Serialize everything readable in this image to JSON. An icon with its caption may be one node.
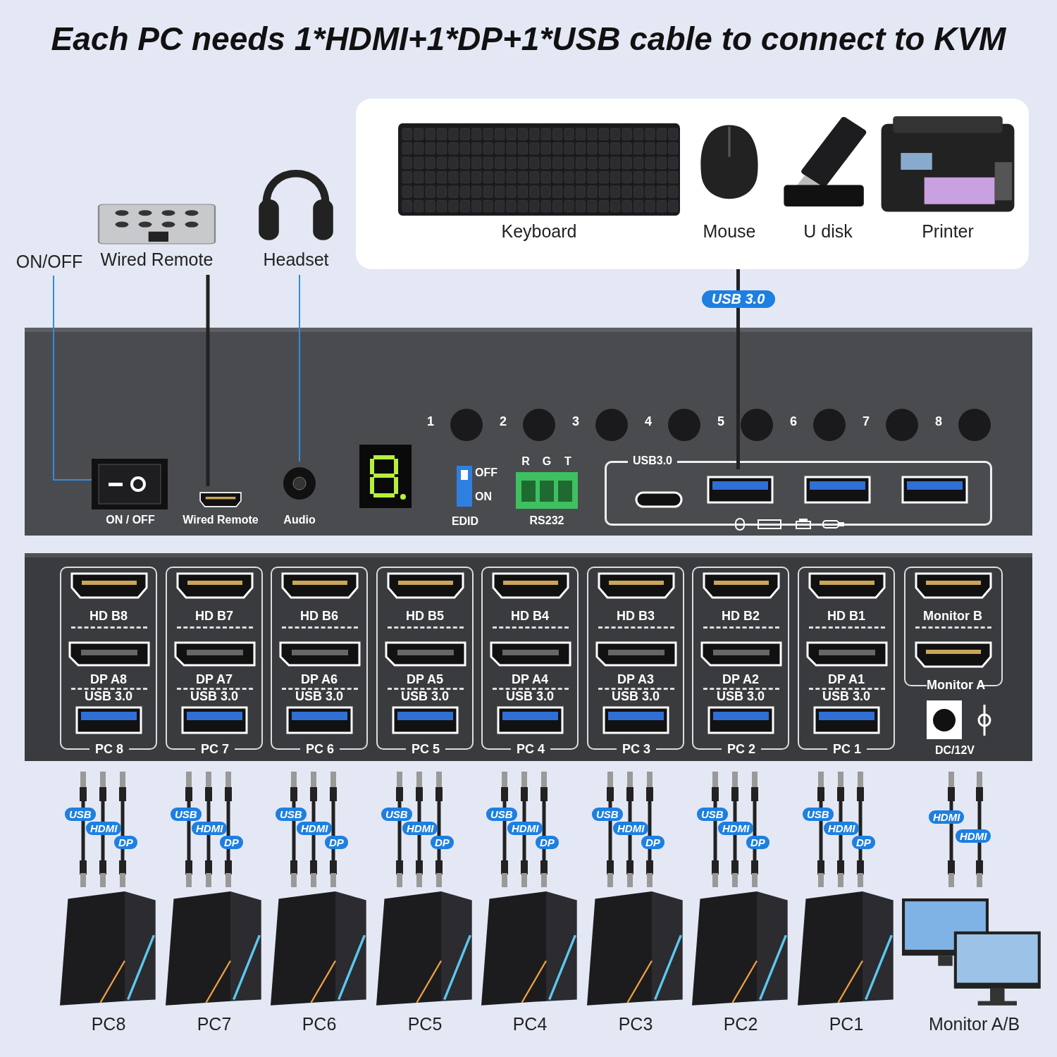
{
  "diagram": {
    "title": "Each PC needs 1*HDMI+1*DP+1*USB cable to connect to KVM",
    "nodes": [
      {
        "text": [],
        "shape": "box"
      },
      {
        "text": [
          "Keyboard"
        ],
        "in": 0
      },
      {
        "text": [
          "Mouse"
        ],
        "in": 0
      },
      {
        "text": [
          "U disk"
        ],
        "in": 0
      },
      {
        "text": [
          "Printer"
        ],
        "in": 0
      },
      {
        "text": [
          "ON/OFF"
        ]
      },
      {
        "text": [
          "Wired Remote"
        ]
      },
      {
        "text": [
          "Headset"
        ]
      },
      {
        "text": [],
        "shape": "box"
      },
      {
        "text": [
          "ON / OFF"
        ],
        "in": 8
      },
      {
        "text": [
          "Wired Remote"
        ],
        "in": 8
      },
      {
        "text": [
          "Audio"
        ],
        "in": 8
      },
      {
        "text": [
          "OFF",
          "ON",
          "EDID"
        ],
        "in": 8
      },
      {
        "text": [
          "R",
          "G",
          "T",
          "RS232"
        ],
        "in": 8
      },
      {
        "text": [
          "USB3.0"
        ],
        "in": 8
      },
      {
        "text": [],
        "shape": "box",
        "in": 14
      },
      {
        "text": [],
        "shape": "box"
      },
      {
        "text": [
          "HD B8",
          "DP A8",
          "USB 3.0",
          "PC 8"
        ],
        "in": 16
      },
      {
        "text": [
          "HD B7",
          "DP A7",
          "USB 3.0",
          "PC 7"
        ],
        "in": 16
      },
      {
        "text": [
          "HD B6",
          "DP A6",
          "USB 3.0",
          "PC 6"
        ],
        "in": 16
      },
      {
        "text": [
          "HD B5",
          "DP A5",
          "USB 3.0",
          "PC 5"
        ],
        "in": 16
      },
      {
        "text": [
          "HD B4",
          "DP A4",
          "USB 3.0",
          "PC 4"
        ],
        "in": 16
      },
      {
        "text": [
          "HD B3",
          "DP A3",
          "USB 3.0",
          "PC 3"
        ],
        "in": 16
      },
      {
        "text": [
          "HD B2",
          "DP A2",
          "USB 3.0",
          "PC 2"
        ],
        "in": 16
      },
      {
        "text": [
          "HD B1",
          "DP A1",
          "USB 3.0",
          "PC 1"
        ],
        "in": 16
      },
      {
        "text": [
          "Monitor B",
          "Monitor A"
        ],
        "in": 16
      },
      {
        "text": [
          "DC/12V"
        ],
        "in": 16
      },
      {
        "text": [
          "PC8"
        ]
      },
      {
        "text": [
          "PC7"
        ]
      },
      {
        "text": [
          "PC6"
        ]
      },
      {
        "text": [
          "PC5"
        ]
      },
      {
        "text": [
          "PC4"
        ]
      },
      {
        "text": [
          "PC3"
        ]
      },
      {
        "text": [
          "PC2"
        ]
      },
      {
        "text": [
          "PC1"
        ]
      },
      {
        "text": [
          "Monitor A/B"
        ]
      }
    ],
    "edges": [
      {
        "from": 5,
        "to": 9,
        "arrow": "none",
        "color": "#2f8fe0"
      },
      {
        "from": 6,
        "to": 10,
        "arrow": "none",
        "style": "thick",
        "color": "#222222"
      },
      {
        "from": 7,
        "to": 11,
        "arrow": "none",
        "color": "#2f8fe0"
      },
      {
        "from": 0,
        "to": 15,
        "arrow": "none",
        "label": "USB 3.0",
        "style": "thick",
        "color": "#222222"
      }
    ],
    "labels": [
      "1",
      "2",
      "3",
      "4",
      "5",
      "6",
      "7",
      "8",
      "USB",
      "HDMI",
      "DP",
      "USB",
      "HDMI",
      "DP",
      "USB",
      "HDMI",
      "DP",
      "USB",
      "HDMI",
      "DP",
      "USB",
      "HDMI",
      "DP",
      "USB",
      "HDMI",
      "DP",
      "USB",
      "HDMI",
      "DP",
      "USB",
      "HDMI",
      "DP",
      "HDMI",
      "HDMI"
    ]
  }
}
